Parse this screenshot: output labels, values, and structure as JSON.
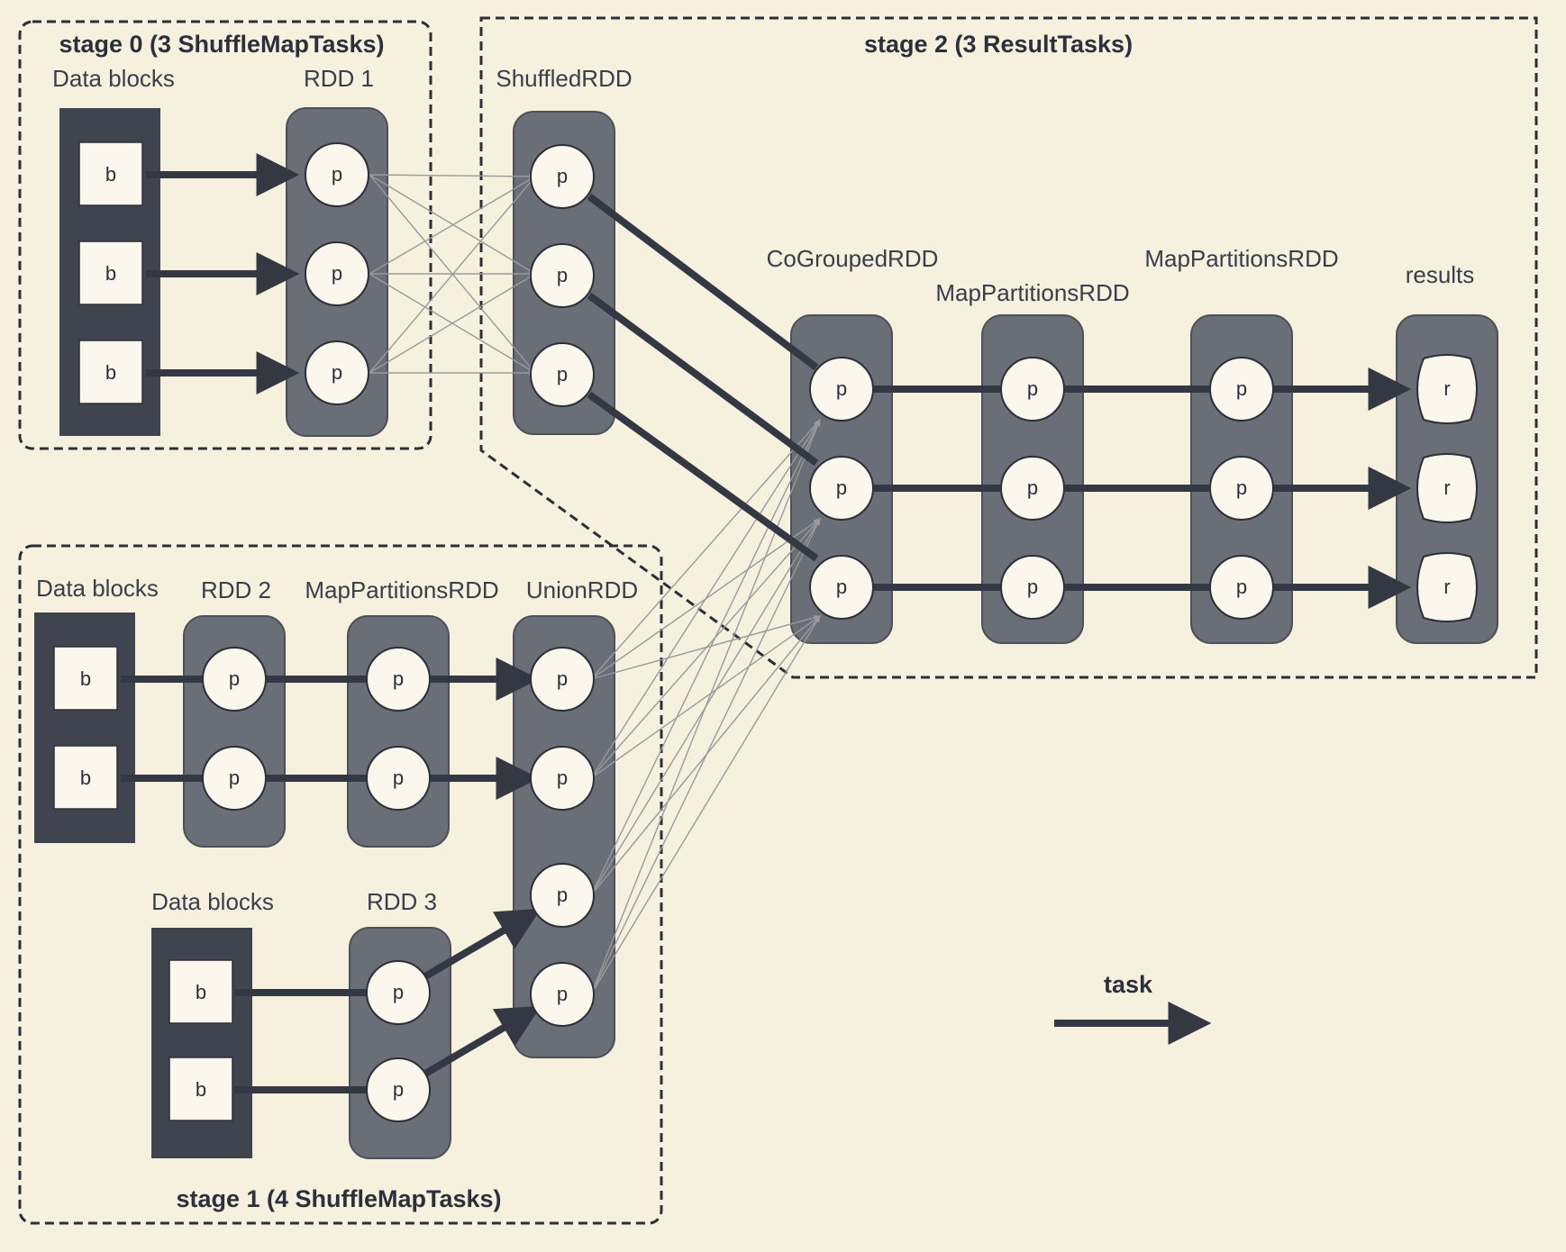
{
  "stages": {
    "stage0": "stage 0 (3 ShuffleMapTasks)",
    "stage1": "stage 1 (4 ShuffleMapTasks)",
    "stage2": "stage 2 (3 ResultTasks)"
  },
  "labels": {
    "data_blocks_s0": "Data blocks",
    "rdd1": "RDD 1",
    "shuffled_rdd": "ShuffledRDD",
    "cogrouped_rdd": "CoGroupedRDD",
    "map_partitions_mid": "MapPartitionsRDD",
    "map_partitions_right": "MapPartitionsRDD",
    "results": "results",
    "data_blocks_s1a": "Data blocks",
    "rdd2": "RDD 2",
    "map_partitions_s1": "MapPartitionsRDD",
    "union_rdd": "UnionRDD",
    "data_blocks_s1b": "Data blocks",
    "rdd3": "RDD 3"
  },
  "glyphs": {
    "block": "b",
    "partition": "p",
    "result": "r"
  },
  "legend": {
    "task": "task"
  }
}
